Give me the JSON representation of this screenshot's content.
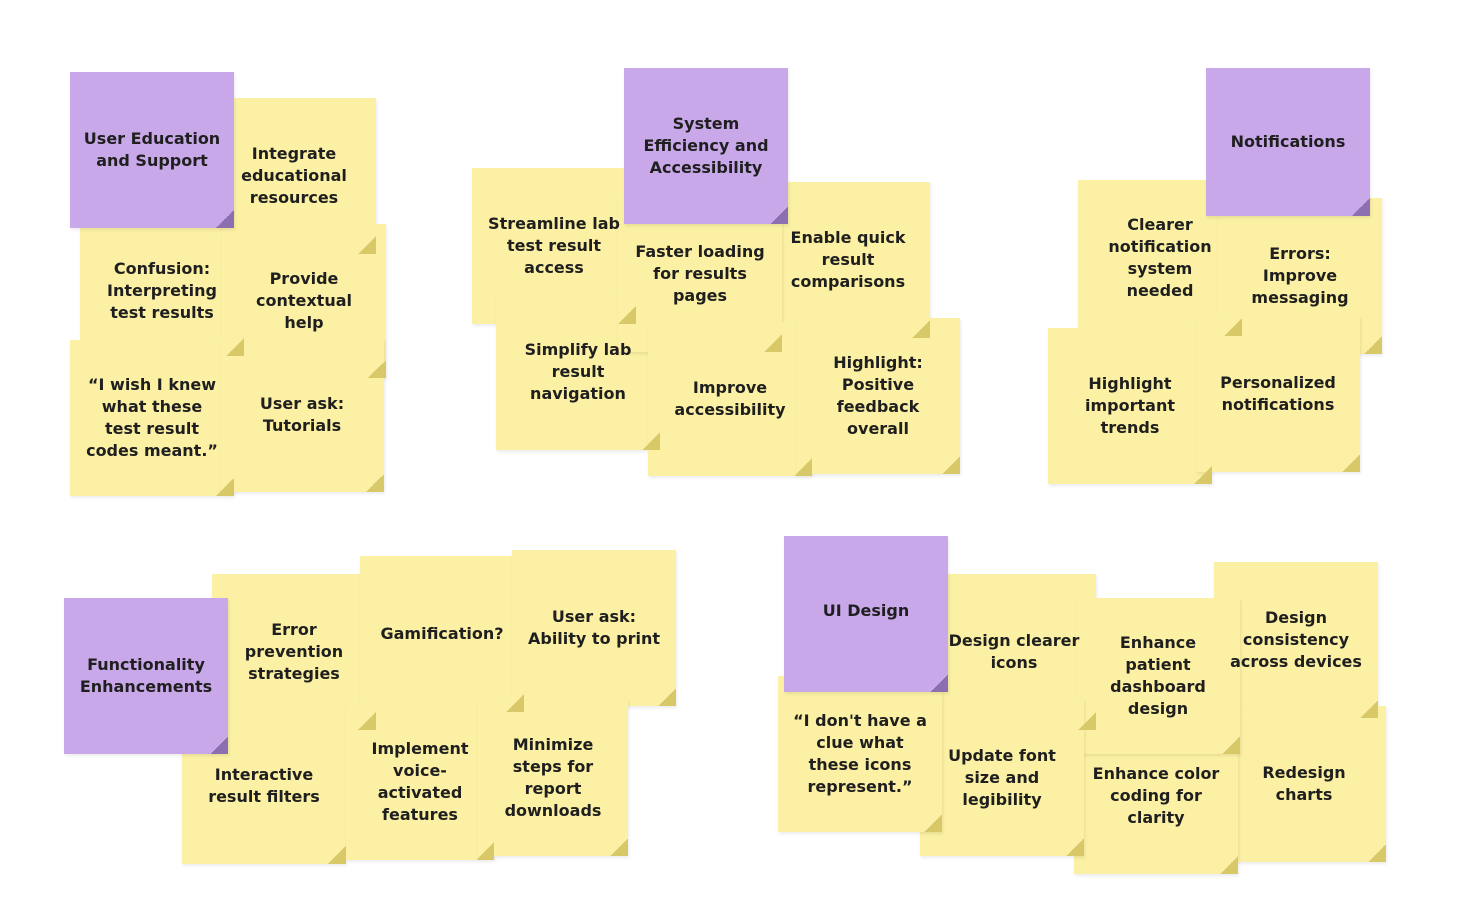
{
  "colors": {
    "sticky": "#fbf0a3",
    "header": "#c9a8ea"
  },
  "groups": {
    "user_education": {
      "header": "User Education\nand Support",
      "notes": [
        "Integrate\neducational\nresources",
        "Confusion:\nInterpreting\ntest results",
        "Provide\ncontextual\nhelp",
        "“I wish I knew\nwhat these\ntest result\ncodes meant.”",
        "User ask:\nTutorials"
      ]
    },
    "system_efficiency": {
      "header": "System\nEfficiency and\nAccessibility",
      "notes": [
        "Streamline lab\ntest result\naccess",
        "Faster loading\nfor results\npages",
        "Enable quick\nresult\ncomparisons",
        "Simplify lab\nresult\nnavigation",
        "Improve\naccessibility",
        "Highlight:\nPositive\nfeedback\noverall"
      ]
    },
    "notifications": {
      "header": "Notifications",
      "notes": [
        "Clearer\nnotification\nsystem\nneeded",
        "Errors:\nImprove\nmessaging",
        "Highlight\nimportant\ntrends",
        "Personalized\nnotifications"
      ]
    },
    "functionality": {
      "header": "Functionality\nEnhancements",
      "notes": [
        "Error\nprevention\nstrategies",
        "Gamification?",
        "User ask:\nAbility to print",
        "Interactive\nresult filters",
        "Implement\nvoice-\nactivated\nfeatures",
        "Minimize\nsteps for\nreport\ndownloads"
      ]
    },
    "ui_design": {
      "header": "UI Design",
      "notes": [
        "Design clearer\nicons",
        "Enhance\npatient\ndashboard\ndesign",
        "Design\nconsistency\nacross devices",
        "“I don't have a\nclue what\nthese icons\nrepresent.”",
        "Update font\nsize and\nlegibility",
        "Enhance color\ncoding for\nclarity",
        "Redesign\ncharts"
      ]
    }
  }
}
